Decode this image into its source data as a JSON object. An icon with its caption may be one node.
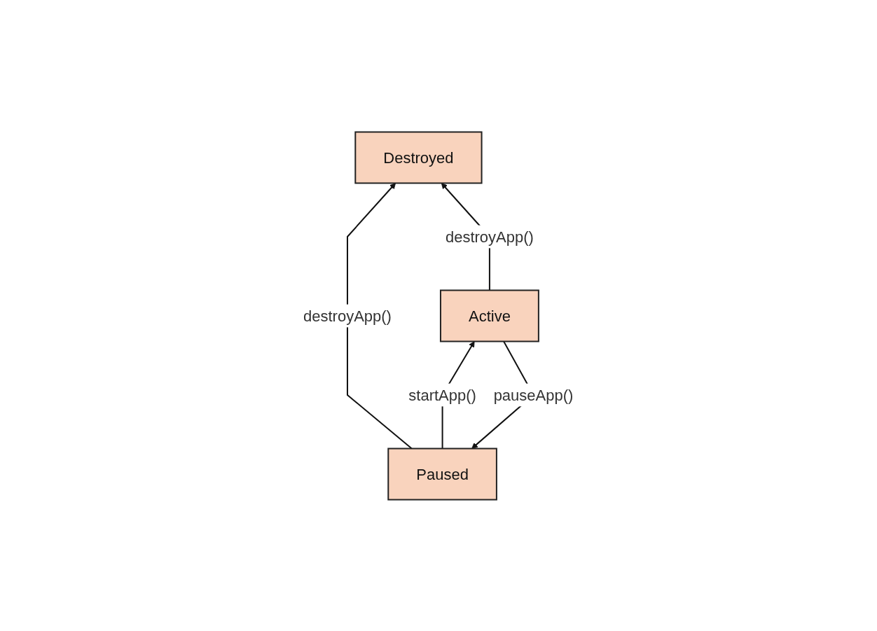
{
  "diagram": {
    "nodes": [
      {
        "text": [
          "Destroyed"
        ]
      },
      {
        "text": [
          "Paused"
        ]
      },
      {
        "text": [
          "Active"
        ]
      }
    ],
    "edges": [
      {
        "from": 1,
        "to": 0,
        "arrow": "to",
        "label": "destroyApp()"
      },
      {
        "from": 2,
        "to": 0,
        "arrow": "to",
        "label": "destroyApp()"
      },
      {
        "from": 1,
        "to": 2,
        "arrow": "to",
        "label": "startApp()"
      },
      {
        "from": 2,
        "to": 1,
        "arrow": "to",
        "label": "pauseApp()"
      }
    ]
  }
}
